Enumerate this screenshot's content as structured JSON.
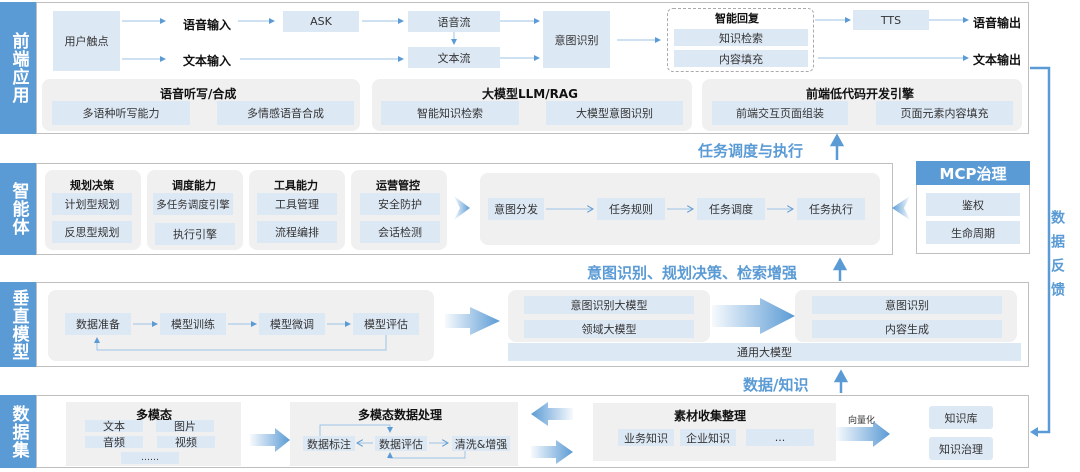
{
  "colors": {
    "accent": "#5b9bd5",
    "box": "#dde8f5",
    "panel": "#f0f0f0"
  },
  "layers": {
    "frontend": "前端应用",
    "agent": "智能体",
    "vertical": "垂直模型",
    "dataset": "数据集"
  },
  "frontend": {
    "touchpoint": "用户触点",
    "voice_input": "语音输入",
    "text_input": "文本输入",
    "ask": "ASK",
    "voice_stream": "语音流",
    "text_stream": "文本流",
    "intent": "意图识别",
    "reply_title": "智能回复",
    "reply_items": [
      "知识检索",
      "内容填充"
    ],
    "tts": "TTS",
    "voice_out": "语音输出",
    "text_out": "文本输出",
    "groups": [
      {
        "title": "语音听写/合成",
        "items": [
          "多语种听写能力",
          "多情感语音合成"
        ]
      },
      {
        "title": "大模型LLM/RAG",
        "items": [
          "智能知识检索",
          "大模型意图识别"
        ]
      },
      {
        "title": "前端低代码开发引擎",
        "items": [
          "前端交互页面组装",
          "页面元素内容填充"
        ]
      }
    ]
  },
  "between": {
    "exec": "任务调度与执行",
    "intent_plan": "意图识别、规划决策、检索增强",
    "data_knowledge": "数据/知识",
    "feedback": "数据反馈"
  },
  "agent": {
    "groups": [
      {
        "title": "规划决策",
        "items": [
          "计划型规划",
          "反思型规划"
        ]
      },
      {
        "title": "调度能力",
        "items": [
          "多任务调度引擎",
          "执行引擎"
        ]
      },
      {
        "title": "工具能力",
        "items": [
          "工具管理",
          "流程编排"
        ]
      },
      {
        "title": "运营管控",
        "items": [
          "安全防护",
          "会话检测"
        ]
      }
    ],
    "flow": [
      "意图分发",
      "任务规则",
      "任务调度",
      "任务执行"
    ],
    "mcp": {
      "title": "MCP治理",
      "items": [
        "鉴权",
        "生命周期"
      ]
    }
  },
  "vertical": {
    "flow": [
      "数据准备",
      "模型训练",
      "模型微调",
      "模型评估"
    ],
    "models": [
      "意图识别大模型",
      "领域大模型"
    ],
    "abilities": [
      "意图识别",
      "内容生成"
    ],
    "base": "通用大模型"
  },
  "dataset": {
    "multimodal": {
      "title": "多模态",
      "items": [
        "文本",
        "图片",
        "音频",
        "视频",
        "……"
      ]
    },
    "processing": {
      "title": "多模态数据处理",
      "items": [
        "数据标注",
        "数据评估",
        "清洗&增强"
      ]
    },
    "collect": {
      "title": "素材收集整理",
      "items": [
        "业务知识",
        "企业知识",
        "..."
      ]
    },
    "vectorize": "向量化",
    "kb": [
      "知识库",
      "知识治理"
    ]
  }
}
